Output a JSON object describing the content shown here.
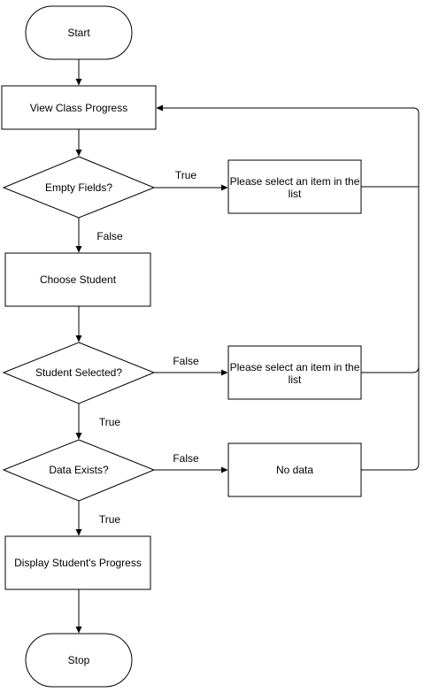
{
  "diagram": {
    "nodes": {
      "start": {
        "label": "Start"
      },
      "view_class_progress": {
        "label": "View Class Progress"
      },
      "empty_fields": {
        "label": "Empty Fields?"
      },
      "msg_select_1": {
        "line1": "Please select an item in the",
        "line2": "list"
      },
      "choose_student": {
        "label": "Choose Student"
      },
      "student_selected": {
        "label": "Student Selected?"
      },
      "msg_select_2": {
        "line1": "Please select an item in the",
        "line2": "list"
      },
      "data_exists": {
        "label": "Data Exists?"
      },
      "no_data": {
        "label": "No data"
      },
      "display_progress": {
        "label": "Display Student's Progress"
      },
      "stop": {
        "label": "Stop"
      }
    },
    "edges": {
      "empty_true": "True",
      "empty_false": "False",
      "selected_false": "False",
      "selected_true": "True",
      "exists_false": "False",
      "exists_true": "True"
    }
  }
}
